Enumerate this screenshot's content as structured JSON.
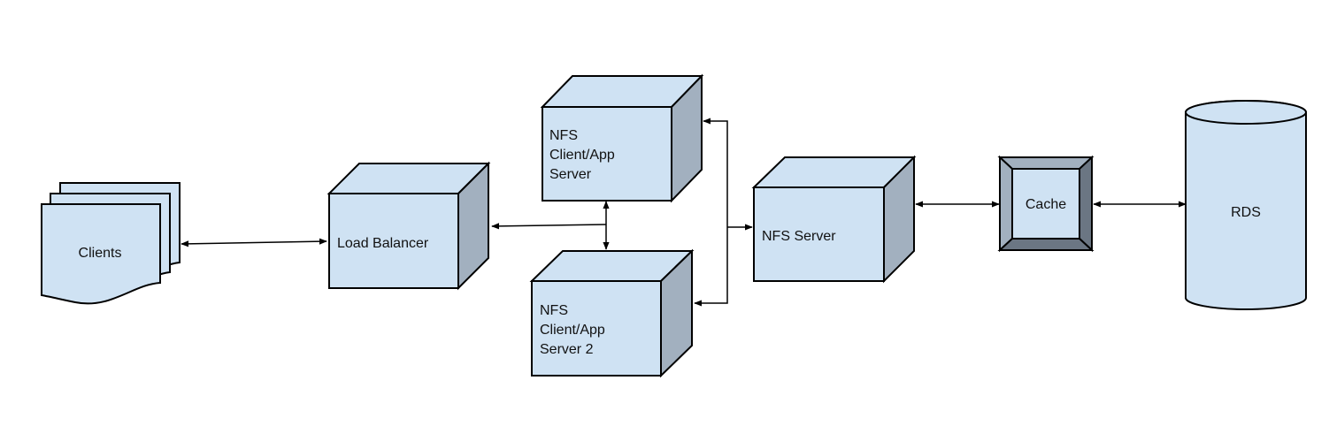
{
  "colors": {
    "front": "#cfe2f3",
    "top": "#cfe2f3",
    "side": "#a2b0bf",
    "cache_inner": "#cfe2f3",
    "cache_bevel_light": "#a2b0bf",
    "cache_bevel_dark": "#6b7683",
    "stroke": "#000000"
  },
  "nodes": {
    "clients": {
      "label": "Clients",
      "shape": "multi-document"
    },
    "load_balancer": {
      "label": "Load Balancer",
      "shape": "cube"
    },
    "app_server_1": {
      "label_lines": [
        "NFS",
        "Client/App",
        "Server"
      ],
      "shape": "cube"
    },
    "app_server_2": {
      "label_lines": [
        "NFS",
        "Client/App",
        "Server 2"
      ],
      "shape": "cube"
    },
    "nfs_server": {
      "label": "NFS Server",
      "shape": "cube"
    },
    "cache": {
      "label": "Cache",
      "shape": "bevel"
    },
    "rds": {
      "label": "RDS",
      "shape": "cylinder"
    }
  },
  "connections": [
    {
      "from": "clients",
      "to": "load_balancer",
      "arrows": "both"
    },
    {
      "from": "load_balancer",
      "to": "app_server_1",
      "arrows": "both"
    },
    {
      "from": "load_balancer",
      "to": "app_server_2",
      "arrows": "both"
    },
    {
      "from": "app_server_1",
      "to": "nfs_server",
      "arrows": "both"
    },
    {
      "from": "app_server_2",
      "to": "nfs_server",
      "arrows": "both"
    },
    {
      "from": "nfs_server",
      "to": "cache",
      "arrows": "both"
    },
    {
      "from": "cache",
      "to": "rds",
      "arrows": "both"
    }
  ]
}
